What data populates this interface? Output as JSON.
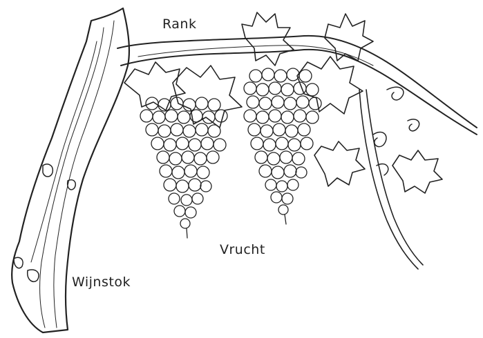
{
  "labels": {
    "rank": "Rank",
    "vrucht": "Vrucht",
    "wijnstok": "Wijnstok"
  },
  "colors": {
    "ink": "#222222",
    "paper": "#ffffff"
  }
}
